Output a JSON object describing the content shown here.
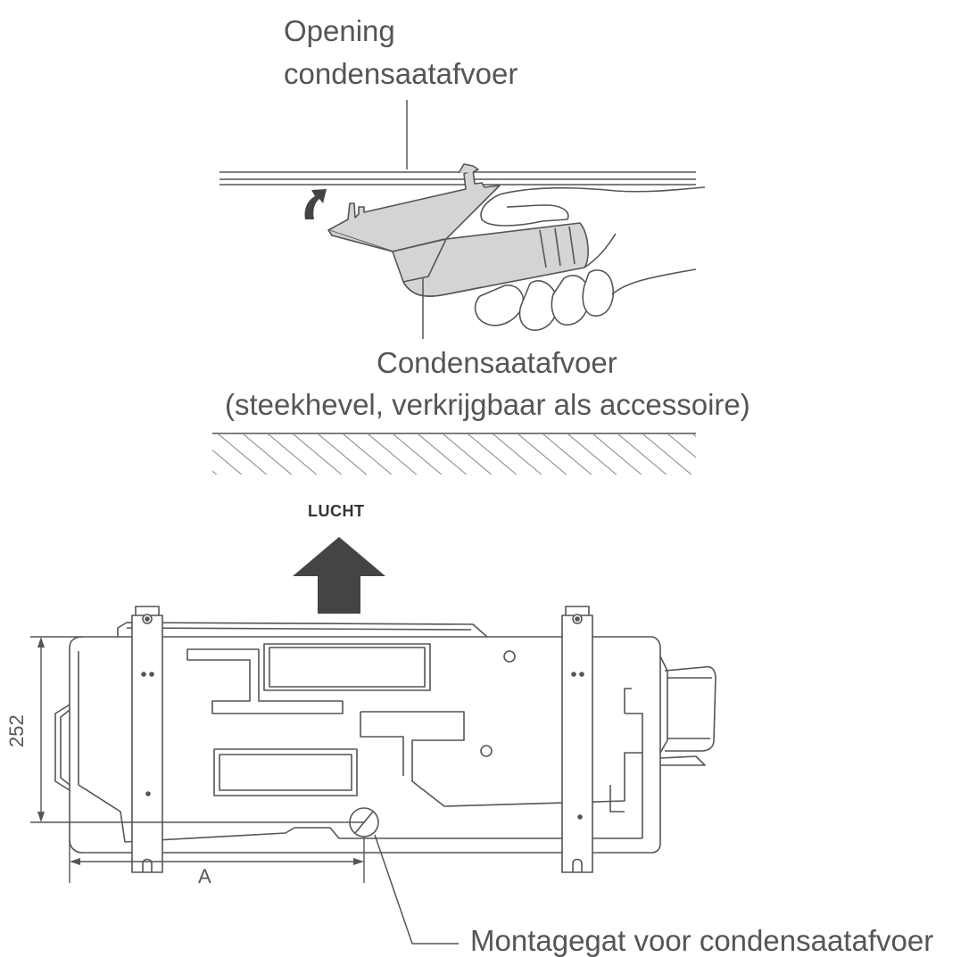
{
  "labels": {
    "opening_line1": "Opening",
    "opening_line2": "condensaatafvoer",
    "drain_line1": "Condensaatafvoer",
    "drain_line2": "(steekhevel, verkrijgbaar als accessoire)",
    "air": "LUCHT",
    "height_dim": "252",
    "width_dim": "A",
    "mount_hole": "Montagegat voor condensaatafvoer"
  },
  "colors": {
    "line": "#555555",
    "part_fill": "#d4d4d4",
    "arrow": "#444444"
  }
}
